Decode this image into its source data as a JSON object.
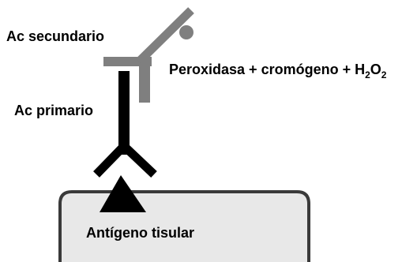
{
  "labels": {
    "secondary_antibody": "Ac secundario",
    "primary_antibody": "Ac primario",
    "antigen": "Antígeno tisular",
    "reagent_prefix": "Peroxidasa + cromógeno + H",
    "reagent_sub1": "2",
    "reagent_mid": "O",
    "reagent_sub2": "2"
  },
  "colors": {
    "primary_antibody": "#000000",
    "secondary_antibody": "#7f7f7f",
    "tissue_fill": "#e8e8e8",
    "tissue_stroke": "#3a3a3a",
    "antigen": "#000000"
  }
}
